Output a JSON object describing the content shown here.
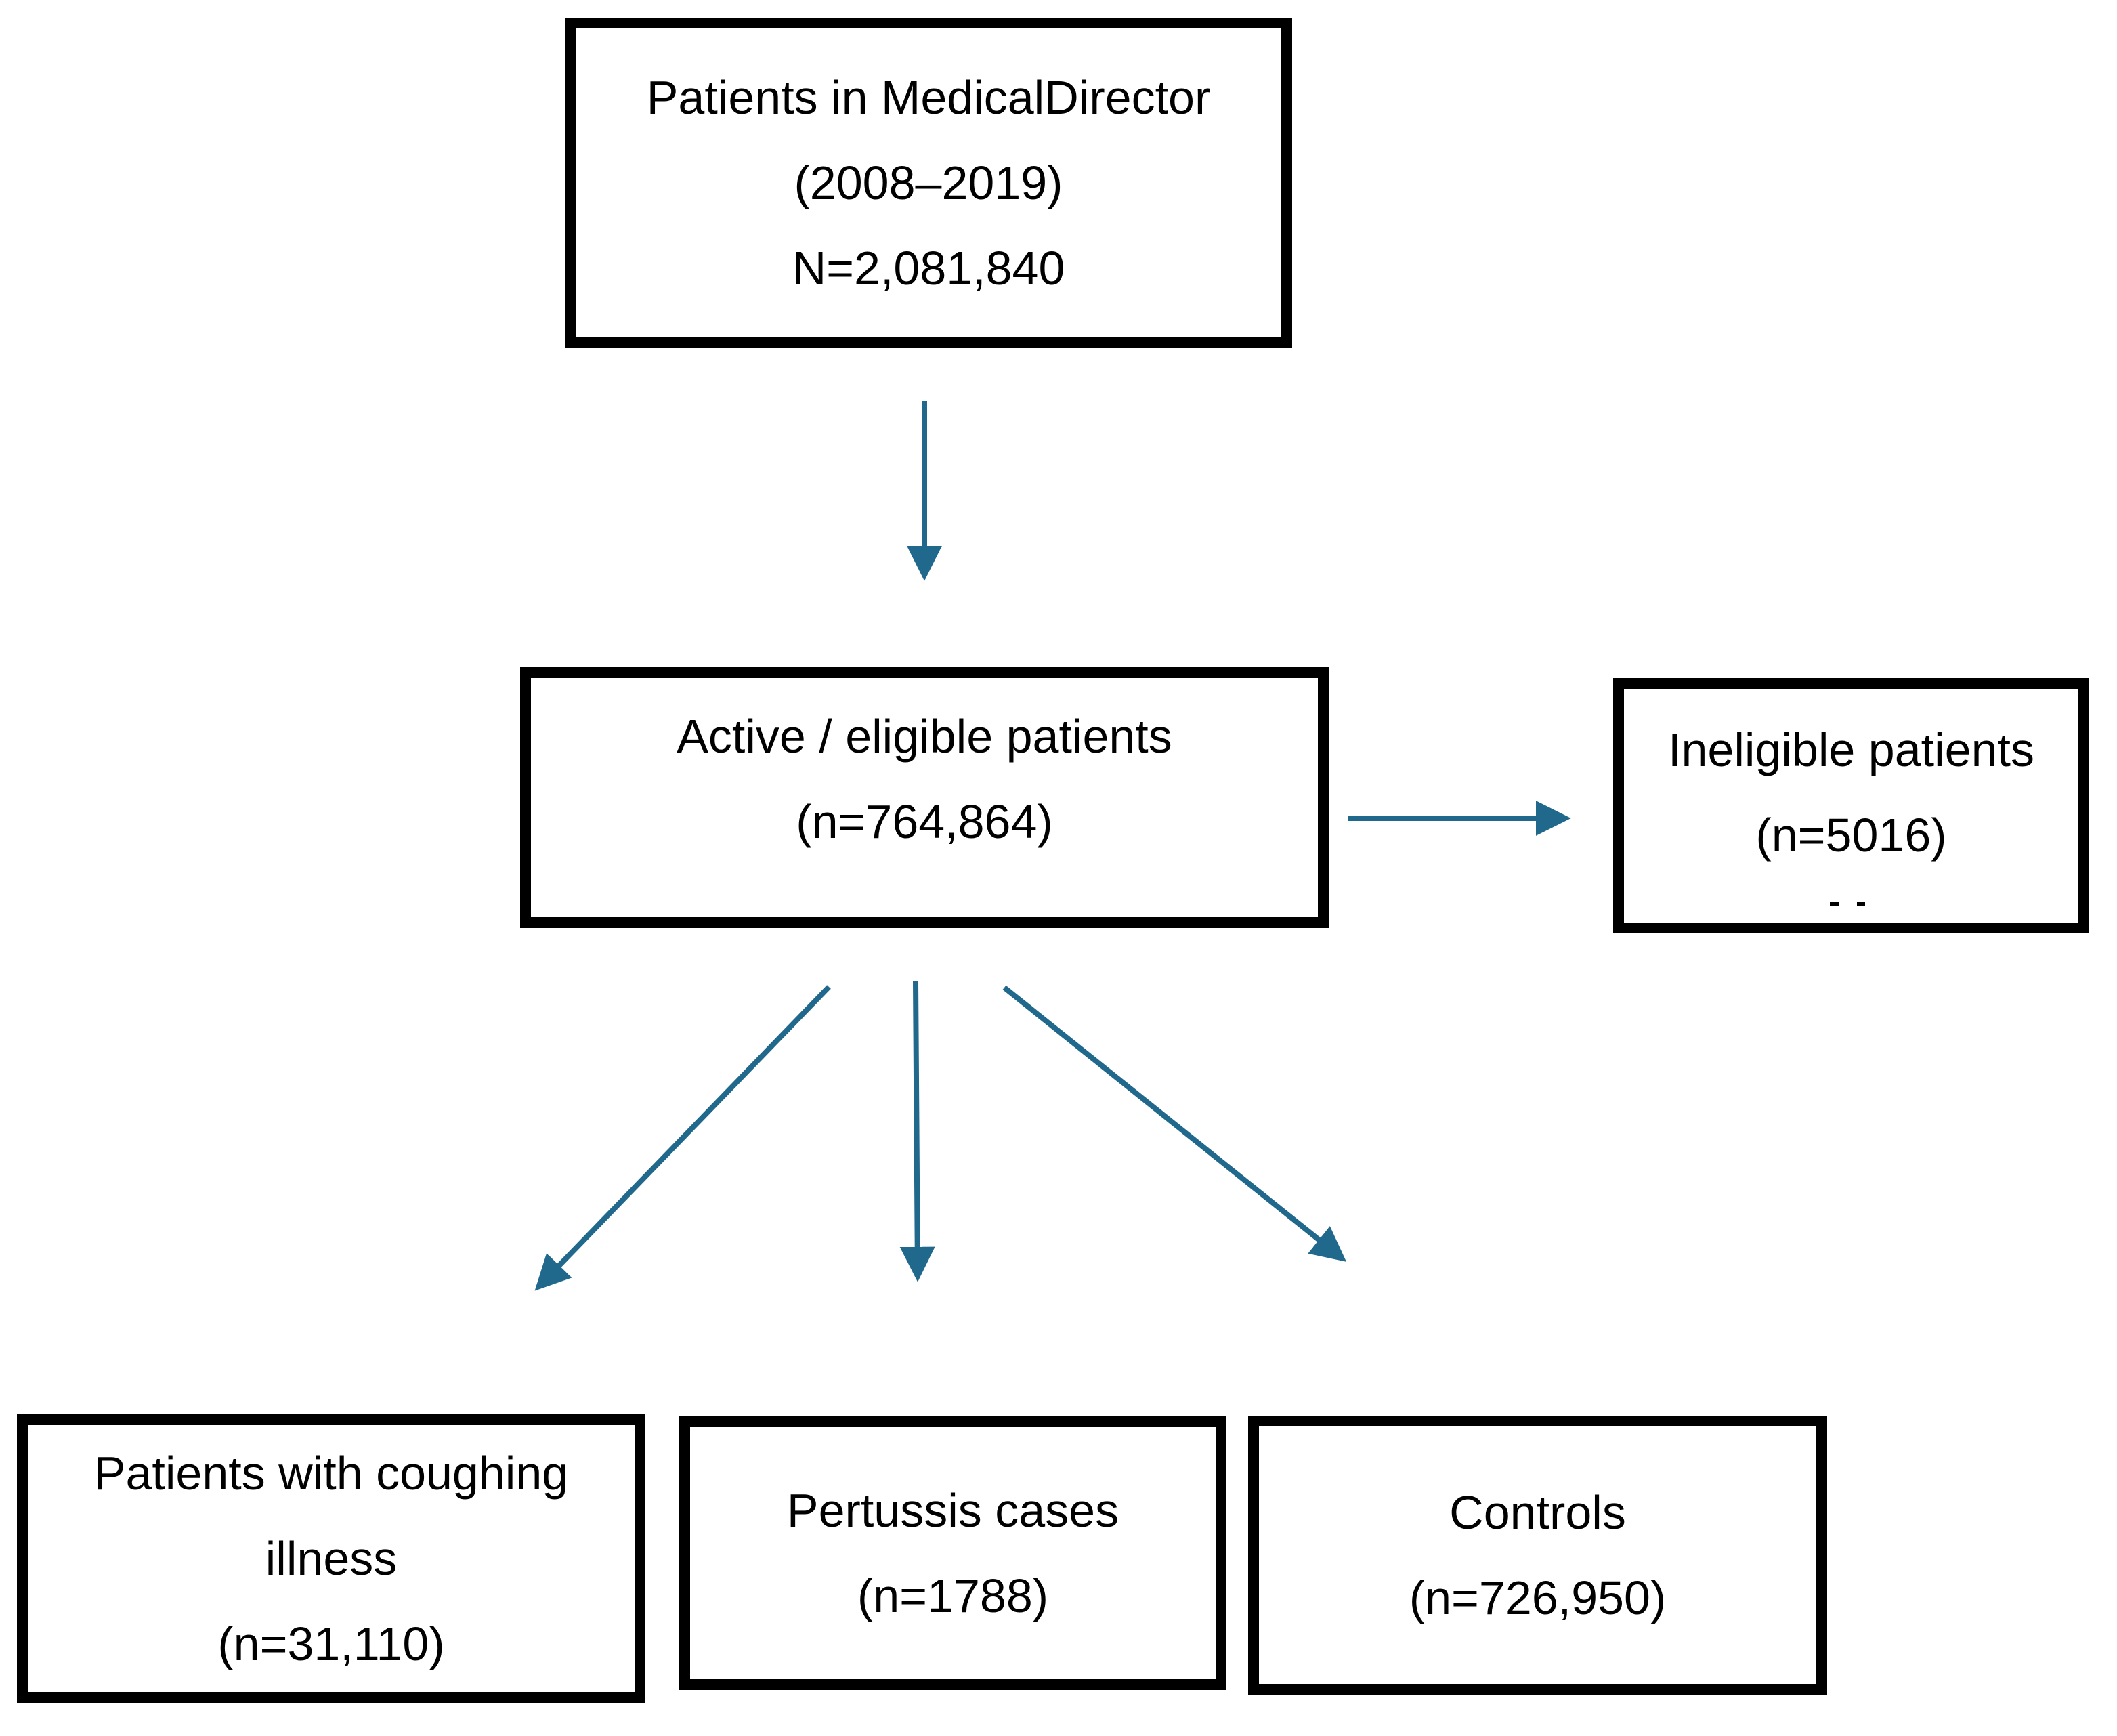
{
  "figure": {
    "title": "Patient selection flowchart",
    "background": "#ffffff",
    "text_color": "#000000",
    "border_color": "#000000",
    "arrow_color": "#20688C",
    "nodes": {
      "source": {
        "lines": [
          "Patients in MedicalDirector",
          "(2008–2019)",
          "N=2,081,840"
        ]
      },
      "eligible": {
        "lines": [
          "Active / eligible patients",
          "(n=764,864)"
        ]
      },
      "ineligible": {
        "lines": [
          "Ineligible patients",
          "(n=5016)"
        ]
      },
      "coughing": {
        "lines": [
          "Patients with coughing",
          "illness",
          "(n=31,110)"
        ]
      },
      "pertussis": {
        "lines": [
          "Pertussis cases",
          "(n=1788)"
        ]
      },
      "controls": {
        "lines": [
          "Controls",
          "(n=726,950)"
        ]
      }
    },
    "edges": [
      {
        "from": "source",
        "to": "eligible"
      },
      {
        "from": "eligible",
        "to": "ineligible"
      },
      {
        "from": "eligible",
        "to": "coughing"
      },
      {
        "from": "eligible",
        "to": "pertussis"
      },
      {
        "from": "eligible",
        "to": "controls"
      }
    ]
  }
}
